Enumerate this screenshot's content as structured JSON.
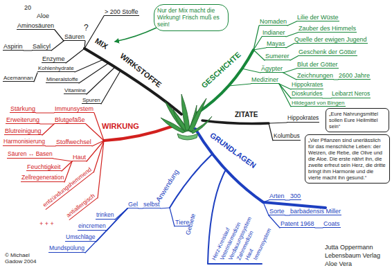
{
  "diagram": {
    "nodes": [
      {
        "text": [
          "Nur der Mix macht die Wirkung! Frisch muß es sein!"
        ]
      },
      {
        "text": [
          "„Eure Nahrungsmittel sollen Eure Heilmittel sein“"
        ]
      },
      {
        "text": [
          "„Vier Pflanzen sind unerlässlich für das menschliche Leben: der Weizen, die Rebe, die Olive und die Aloe. Die erste nährt ihn, die zweite erfreut sein Herz, die dritte bringt ihm Harmonie und die vierte macht ihn gesund.“"
        ]
      }
    ],
    "labels": [
      "WIRKSTOFFE",
      "MIX",
      "?",
      "> 200 Stoffe",
      "20",
      "Aloe",
      "Aminosäuren",
      "Säuren",
      "Salicyl",
      "Aspirin",
      "Enzyme",
      "Kohlenhydrate",
      "Acemannan",
      "Mineralstoffe",
      "Vitamine",
      "Spuren",
      "GESCHICHTE",
      "Nomaden",
      "Lilie der Wüste",
      "Indianer",
      "Zauber des Himmels",
      "Mayas",
      "Quelle der ewigen Jugend",
      "Sumerer",
      "Geschenk der Götter",
      "Ägypter",
      "Blut der Götter",
      "Zeichnungen",
      "2600 Jahre",
      "Mediziner",
      "Hippokrates",
      "Dioskurides",
      "Leibarzt Neros",
      "Hildegard von Bingen",
      "ZITATE",
      "Hippokrates",
      "Kolumbus",
      "GRUNDLAGEN",
      "Arten",
      "300",
      "Sorte",
      "barbadensis Miller",
      "Patent 1968",
      "Coats",
      "Anwendung",
      "selbst",
      "Gel",
      "trinken",
      "eincremen",
      "Umschläge",
      "Mundspülung",
      "Tiere",
      "Gebiete",
      "Immunsystem",
      "Haut",
      "Zahnmedizin",
      "Verdauungssystem",
      "Veterinärmedizin",
      "Herz-Kreislauf",
      "WIRKUNG",
      "Immunsystem",
      "Stärkung",
      "Blutgefäße",
      "Erweiterung",
      "Blutreinigung",
      "Stoffwechsel",
      "Harmonisierung",
      "Haut",
      "Säuren ↔ Basen",
      "Feuchtigkeit",
      "Zellregeneration",
      "entzündungshemmend",
      "antiallergisch",
      "+ + +",
      "Jutta Oppermann",
      "Lebensbaum Verlag",
      "Aloe Vera",
      "© Michael Gadow 2004"
    ]
  }
}
